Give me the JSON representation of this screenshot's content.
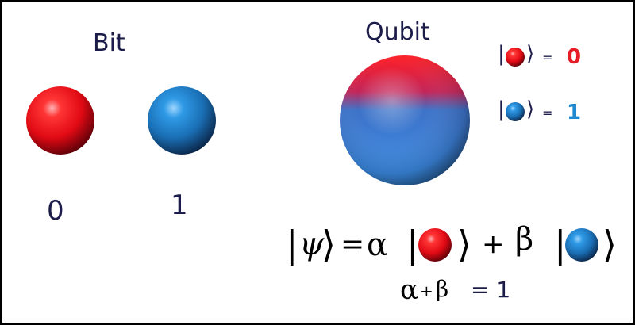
{
  "colors": {
    "red": "#e61d26",
    "blue": "#1f8ad0",
    "text": "#1c1c4a",
    "frame": "#000000"
  },
  "bit": {
    "title": "Bit",
    "zero_label": "0",
    "one_label": "1"
  },
  "qubit": {
    "title": "Qubit"
  },
  "legend": {
    "red_ket_equals": "=",
    "red_value": "0",
    "blue_ket_equals": "=",
    "blue_value": "1"
  },
  "formula": {
    "psi": "ψ",
    "equals": "=",
    "alpha": "α",
    "plus": "+",
    "beta": "β"
  },
  "constraint": {
    "alpha": "α",
    "plus": "+",
    "beta": "β",
    "rhs": "= 1"
  }
}
